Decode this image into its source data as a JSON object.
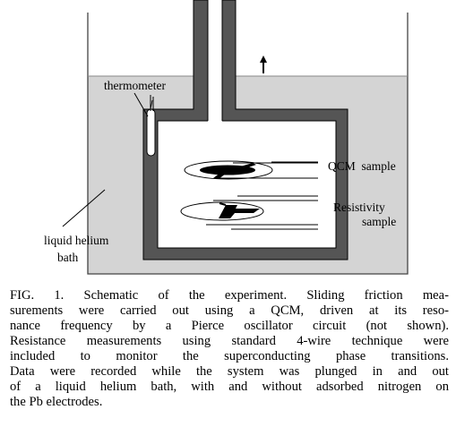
{
  "figure": {
    "labels": {
      "thermometer": "thermometer",
      "qcm_sample": "QCM  sample",
      "resistivity_line1": "Resistivity",
      "resistivity_line2": "sample",
      "helium_line1": "liquid helium",
      "helium_line2": "bath"
    },
    "colors": {
      "helium_bath": "#d4d4d4",
      "cryostat_wall": "#555555",
      "outline": "#000000",
      "sample_chamber": "#ffffff"
    }
  },
  "caption": {
    "lines": [
      "FIG. 1.   Schematic of the experiment.  Sliding friction mea-",
      "surements were carried out using a QCM, driven at its reso-",
      "nance frequency by a Pierce oscillator circuit (not shown).",
      "Resistance measurements using standard 4-wire technique were",
      "included to monitor the superconducting phase transitions.",
      "Data were recorded while the system was plunged in and out",
      "of a liquid helium bath, with and without adsorbed nitrogen on",
      "the Pb electrodes."
    ]
  }
}
